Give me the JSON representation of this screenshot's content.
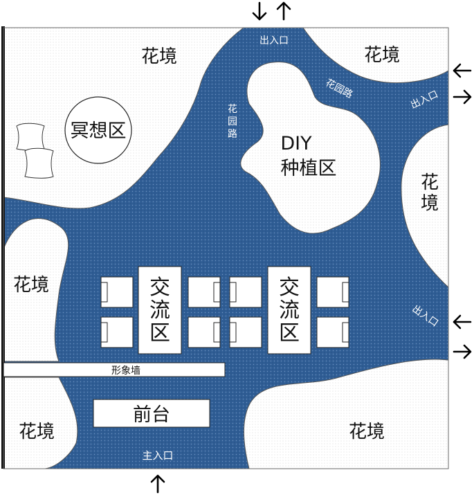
{
  "colors": {
    "path_blue": "#2f5d94",
    "garden_fill": "#f6f6f6",
    "stroke": "#333333",
    "white": "#ffffff"
  },
  "labels": {
    "flower_top_left": "花境",
    "flower_top_right": "花境",
    "flower_right": [
      "花",
      "境"
    ],
    "flower_left": "花境",
    "flower_bottom_left": "花境",
    "flower_bottom_right": "花境",
    "meditation": "冥想区",
    "diy_line1": "DIY",
    "diy_line2": "种植区",
    "exchange_left": [
      "交",
      "流",
      "区"
    ],
    "exchange_right": [
      "交",
      "流",
      "区"
    ],
    "image_wall": "形象墙",
    "front_desk": "前台",
    "main_entrance": "主入口",
    "entrance_top": "出入口",
    "entrance_right_upper": "出入口",
    "entrance_right_lower": "出入口",
    "garden_path_vertical": [
      "花",
      "园",
      "路"
    ],
    "garden_path_diagonal": "花园路"
  },
  "icons": {
    "arrows": "arrow-icon",
    "pillow": "pillow-icon",
    "chair": "chair-icon"
  }
}
